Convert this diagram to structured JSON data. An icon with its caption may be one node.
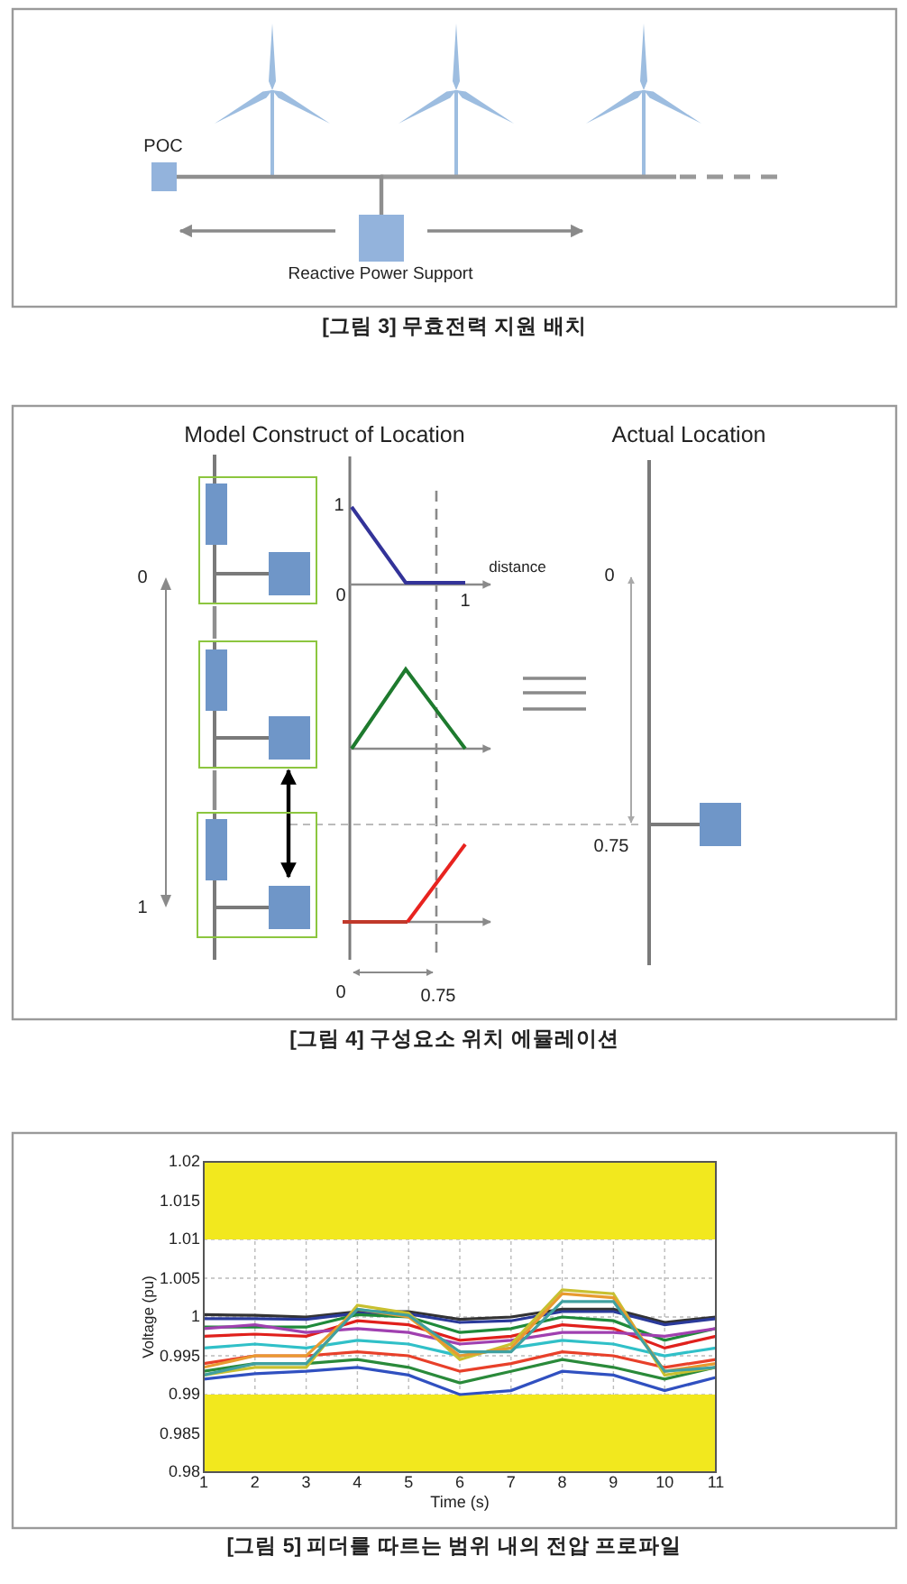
{
  "diagram": {
    "nodes": [
      {
        "text": [
          "POC"
        ]
      },
      {
        "text": [
          "Reactive Power Support"
        ]
      },
      {
        "text": [],
        "shape": "box"
      },
      {
        "text": [],
        "shape": "box"
      },
      {
        "text": [],
        "shape": "box"
      },
      {
        "text": [],
        "shape": "box"
      }
    ],
    "edges": [
      {
        "from": 0,
        "to": 1,
        "arrow": "none"
      },
      {
        "from": 2,
        "to": 3,
        "arrow": "none"
      },
      {
        "from": 3,
        "to": 4,
        "arrow": "both",
        "color": "#000000"
      },
      {
        "from": 3,
        "to": 4,
        "arrow": "none"
      }
    ],
    "labels": [
      "[그림 3] 무효전력 지원 배치",
      "Model Construct of Location",
      "Actual Location",
      "1",
      "distance",
      "0",
      "0",
      "1",
      "0",
      "0.75",
      "1",
      "0",
      "0.75",
      "[그림 4] 구성요소 위치 에뮬레이션",
      "[그림 5] 피더를 따르는 범위 내의 전압 프로파일"
    ],
    "chart_data": {
      "type": "line",
      "xlabel": "Time (s)",
      "ylabel": "Voltage (pu)",
      "x": [
        1,
        2,
        3,
        4,
        5,
        6,
        7,
        8,
        9,
        10,
        11
      ],
      "xlim": [
        1,
        11
      ],
      "ylim": [
        0.98,
        1.02
      ],
      "xticks": [
        1,
        2,
        3,
        4,
        5,
        6,
        7,
        8,
        9,
        10,
        11
      ],
      "yticks": [
        0.98,
        0.985,
        0.99,
        0.995,
        1,
        1.005,
        1.01,
        1.015,
        1.02
      ],
      "grid": true,
      "bands": [
        {
          "axis": "y",
          "from": 1.01,
          "to": 1.02,
          "color": "#f2e81e"
        },
        {
          "axis": "y",
          "from": 0.98,
          "to": 0.99,
          "color": "#f2e81e"
        }
      ],
      "series": [
        {
          "color": "#333333",
          "values": [
            1.0003,
            1.0002,
            1.0,
            1.0007,
            1.0007,
            0.9997,
            1.0,
            1.001,
            1.001,
            0.9993,
            1.0
          ]
        },
        {
          "color": "#2a3a9a",
          "values": [
            0.9998,
            0.9998,
            0.9997,
            1.0005,
            1.0004,
            0.9993,
            0.9995,
            1.0007,
            1.0007,
            0.999,
            0.9998
          ]
        },
        {
          "color": "#1f8a3a",
          "values": [
            0.9987,
            0.9987,
            0.9987,
            1.0003,
            1.0,
            0.998,
            0.9985,
            1.0,
            0.9995,
            0.997,
            0.9985
          ]
        },
        {
          "color": "#e0201c",
          "values": [
            0.9975,
            0.9978,
            0.9975,
            0.9995,
            0.999,
            0.997,
            0.9975,
            0.999,
            0.9985,
            0.996,
            0.9975
          ]
        },
        {
          "color": "#a040b0",
          "values": [
            0.9985,
            0.999,
            0.998,
            0.9985,
            0.998,
            0.9965,
            0.997,
            0.998,
            0.998,
            0.9975,
            0.9985
          ]
        },
        {
          "color": "#30c0c8",
          "values": [
            0.996,
            0.9965,
            0.996,
            0.997,
            0.9965,
            0.995,
            0.996,
            0.997,
            0.9965,
            0.995,
            0.996
          ]
        },
        {
          "color": "#e8402a",
          "values": [
            0.994,
            0.995,
            0.995,
            0.9955,
            0.995,
            0.993,
            0.994,
            0.9955,
            0.995,
            0.9935,
            0.9945
          ]
        },
        {
          "color": "#2a8a3a",
          "values": [
            0.993,
            0.994,
            0.994,
            0.9945,
            0.9935,
            0.9915,
            0.993,
            0.9945,
            0.9935,
            0.992,
            0.9935
          ]
        },
        {
          "color": "#3050c0",
          "values": [
            0.992,
            0.9927,
            0.993,
            0.9935,
            0.9925,
            0.99,
            0.9905,
            0.993,
            0.9925,
            0.9905,
            0.9922
          ]
        },
        {
          "color": "#c8c030",
          "values": [
            0.9925,
            0.9935,
            0.9935,
            1.0015,
            1.0005,
            0.9945,
            0.9965,
            1.0035,
            1.003,
            0.9925,
            0.9935
          ]
        },
        {
          "color": "#e89a30",
          "values": [
            0.9935,
            0.995,
            0.995,
            1.001,
            1.0,
            0.995,
            0.996,
            1.003,
            1.0025,
            0.993,
            0.994
          ]
        },
        {
          "color": "#40a0a0",
          "values": [
            0.9925,
            0.994,
            0.994,
            1.001,
            1.0002,
            0.9955,
            0.9955,
            1.002,
            1.002,
            0.993,
            0.9935
          ]
        }
      ]
    }
  }
}
